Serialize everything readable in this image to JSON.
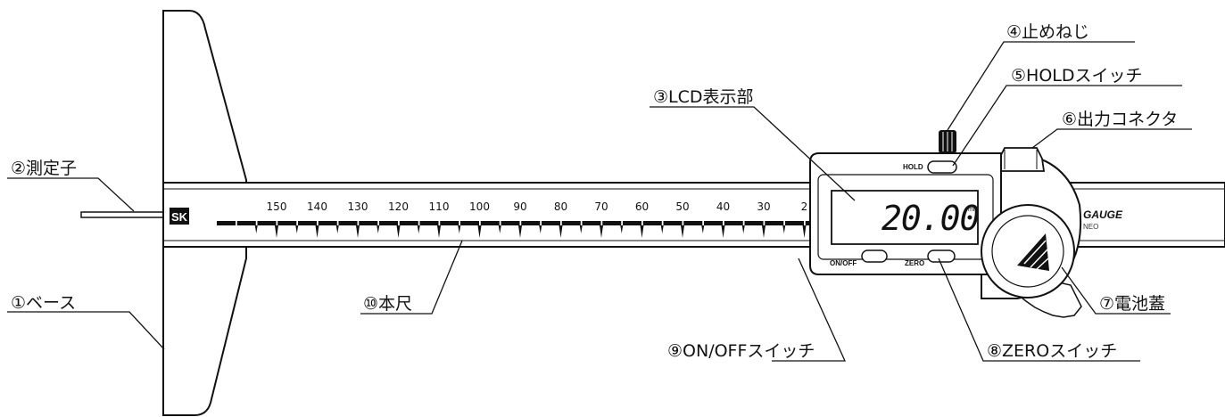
{
  "callouts": {
    "base": "①ベース",
    "probe": "②測定子",
    "lcd": "③LCD表示部",
    "lock_screw": "④止めねじ",
    "hold_switch": "⑤HOLDスイッチ",
    "output_connector": "⑥出力コネクタ",
    "battery_cover": "⑦電池蓋",
    "zero_switch": "⑧ZEROスイッチ",
    "onoff_switch": "⑨ON/OFFスイッチ",
    "main_scale": "⑩本尺"
  },
  "device": {
    "logo": "SK",
    "display_value": "20.00",
    "display_unit": "mm",
    "hold_label": "HOLD",
    "onoff_label": "ON/OFF",
    "zero_label": "ZERO",
    "brand": "GAUGE",
    "brand_sub": "NEO"
  },
  "scale": {
    "labels": [
      "150",
      "140",
      "130",
      "120",
      "110",
      "100",
      "90",
      "80",
      "70",
      "60",
      "50",
      "40",
      "30",
      "2"
    ]
  },
  "colors": {
    "line": "#111111",
    "body_fill": "#ffffff",
    "bar_fill": "#ebebeb"
  }
}
